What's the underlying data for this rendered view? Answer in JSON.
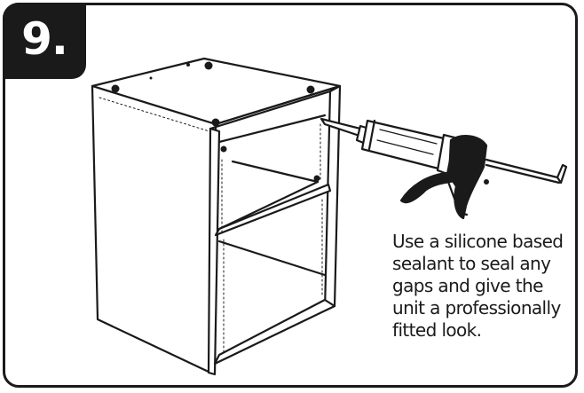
{
  "step": {
    "number": "9."
  },
  "instruction": {
    "lines": [
      "Use a silicone based",
      "sealant to seal any",
      "gaps and give the",
      "unit a professionally",
      "fitted look."
    ]
  },
  "illustration": {
    "subject": "cabinet-carcass-with-silicone-gun",
    "line_color": "#1a1a1a",
    "fill_color": "#ffffff"
  }
}
